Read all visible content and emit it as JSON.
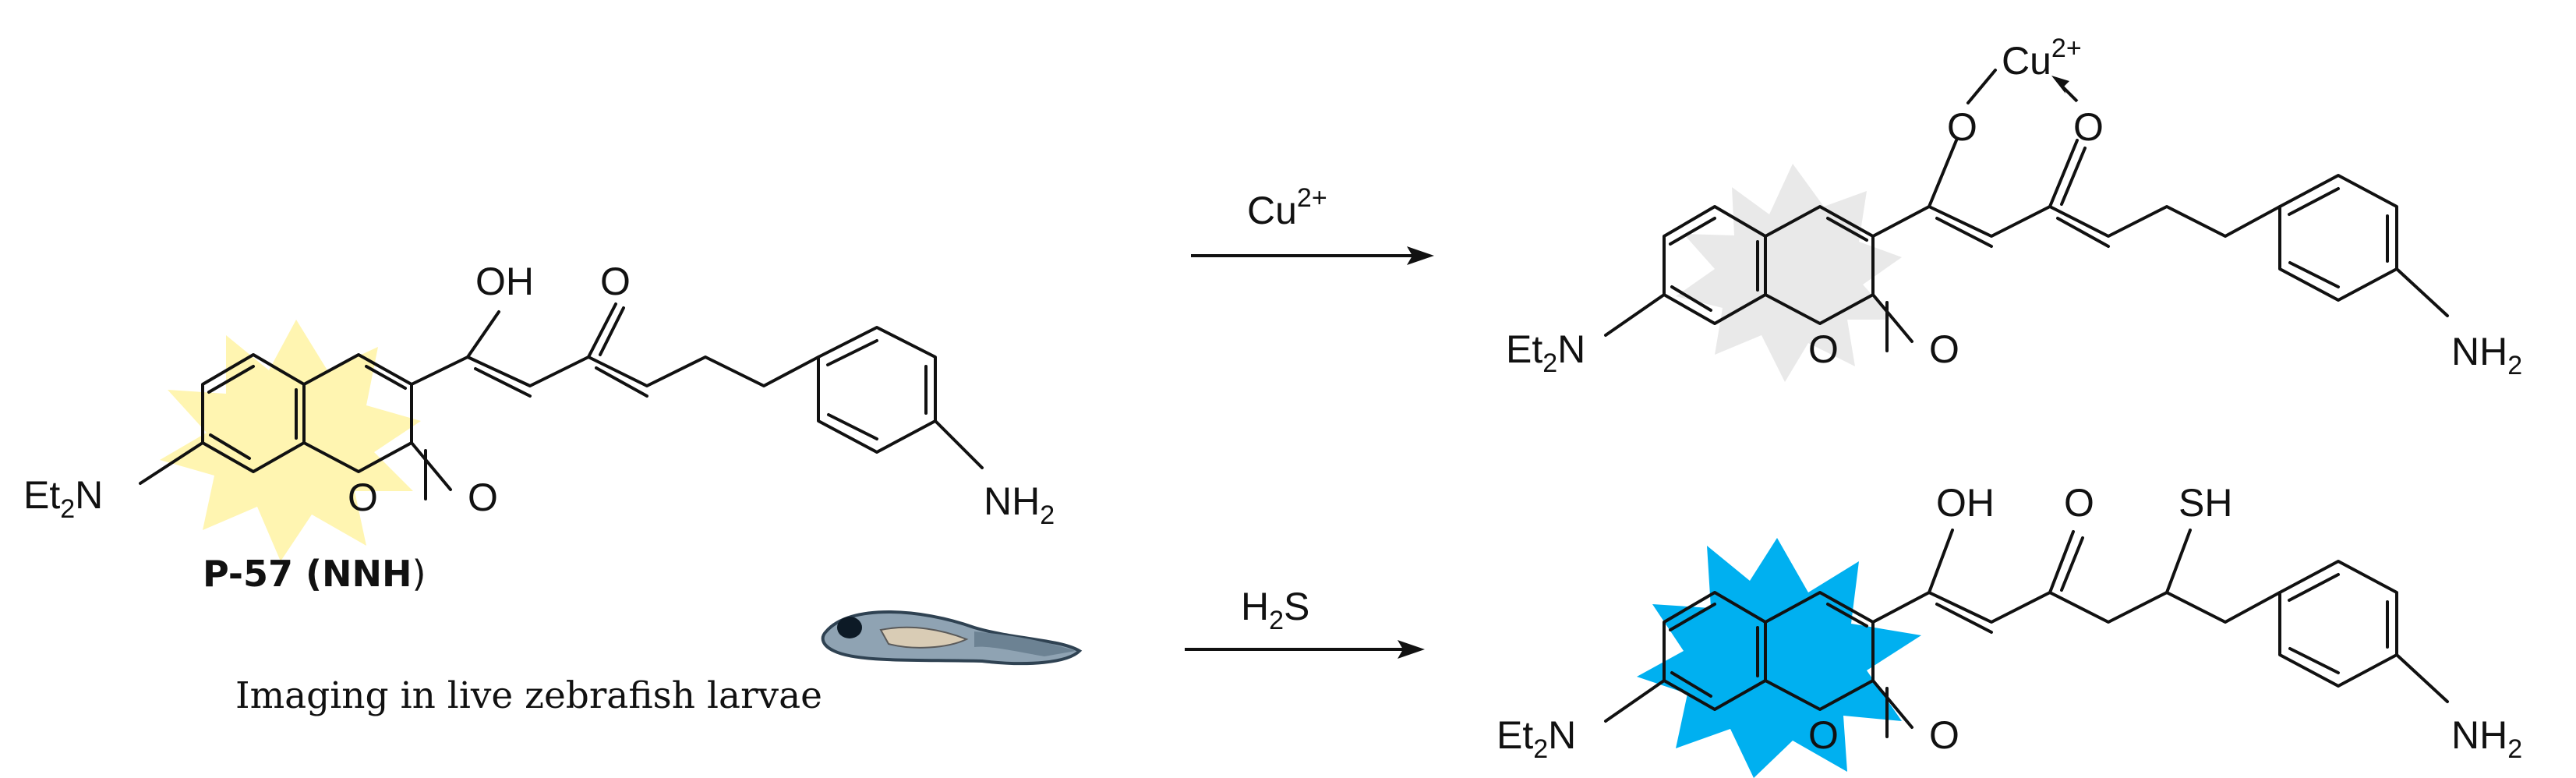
{
  "compound": {
    "name": "P-57",
    "name_suffix": "(NNH",
    "name_close": ")",
    "glow_color": "#fff4a8"
  },
  "labels": {
    "et": "Et",
    "two": "2",
    "n": "N",
    "o": "O",
    "oh": "OH",
    "sh": "SH",
    "nh": "NH",
    "cu": "Cu",
    "two_plus": "2+",
    "h": "H",
    "s": "S"
  },
  "reactions": {
    "top_reagent": "Cu2+",
    "bottom_reagent": "H2S"
  },
  "states": {
    "copper_complex_glow": "#e8e8e8",
    "h2s_adduct_glow": "#00b0f0"
  },
  "caption": "Imaging in live zebrafish larvae",
  "fish_icon": "zebrafish-larva-icon"
}
